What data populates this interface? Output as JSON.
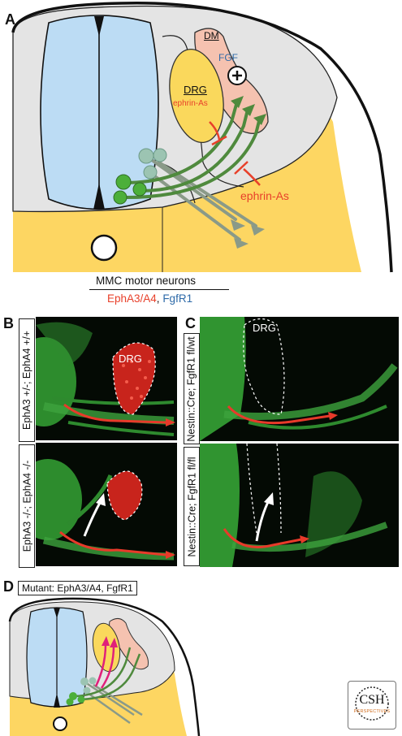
{
  "panels": {
    "a": {
      "letter": "A",
      "dm_label": "DM",
      "fgf_label": "FGF",
      "drg_label": "DRG",
      "drg_ephrin_label": "ephrin-As",
      "ephrin_label": "ephrin-As",
      "mmc_title": "MMC motor neurons",
      "mmc_eph_label": "EphA3/A4",
      "mmc_sep": ", ",
      "mmc_fgfr_label": "FgfR1"
    },
    "b": {
      "letter": "B",
      "top_genotype": "EphA3 +/-; EphA4 +/+",
      "bottom_genotype": "EphA3 -/-; EphA4 -/-",
      "drg_label": "DRG"
    },
    "c": {
      "letter": "C",
      "top_genotype": "Nestin::Cre; FgfR1 fl/wt",
      "bottom_genotype": "Nestin::Cre; FgfR1 fl/fl",
      "drg_label": "DRG"
    },
    "d": {
      "letter": "D",
      "mutant_label": "Mutant: EphA3/A4, FgfR1"
    },
    "logo": {
      "line1": "CSH",
      "line2": "PERSPECTIVES"
    }
  },
  "colors": {
    "spinal_cord": "#bcdcf4",
    "grey_matter": "#e4e4e4",
    "mesenchyme": "#fdd662",
    "dm": "#f5c2b0",
    "drg": "#fad85c",
    "axon_green": "#4f8a3d",
    "repulsion_red": "#e8402a",
    "fgf_blue": "#2e6aa8",
    "mutant_magenta": "#e0207a"
  }
}
